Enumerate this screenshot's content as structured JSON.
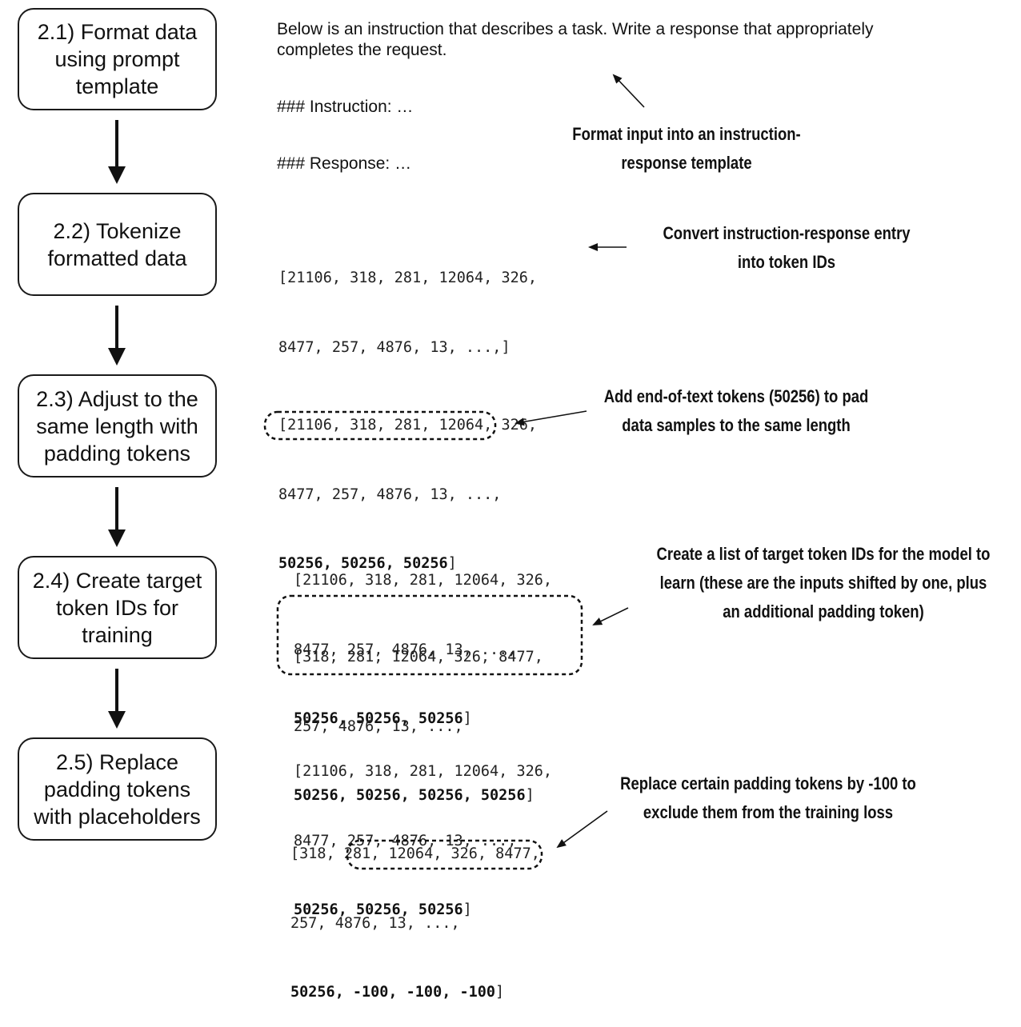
{
  "steps": [
    {
      "label": "2.1) Format data\nusing prompt\ntemplate"
    },
    {
      "label": "2.2) Tokenize\nformatted data"
    },
    {
      "label": "2.3) Adjust to the\nsame length with\npadding tokens"
    },
    {
      "label": "2.4) Create target\ntoken IDs for\ntraining"
    },
    {
      "label": "2.5) Replace\npadding tokens\nwith placeholders"
    }
  ],
  "template": {
    "preamble_line1": "Below is an instruction that describes a task. Write a response that appropriately",
    "preamble_line2": "completes the request.",
    "instruction": "### Instruction: …",
    "response": "### Response: …"
  },
  "tokens": {
    "s2_line1": "[21106, 318, 281, 12064, 326,",
    "s2_line2": "8477, 257, 4876, 13, ...,]",
    "s3_line1": "[21106, 318, 281, 12064, 326,",
    "s3_line2": "8477, 257, 4876, 13, ...,",
    "s3_pad": "50256, 50256, 50256",
    "s3_close": "]",
    "s4_in_line1": "[21106, 318, 281, 12064, 326,",
    "s4_in_line2": "8477, 257, 4876, 13, ...,",
    "s4_in_pad": "50256, 50256, 50256",
    "s4_in_close": "]",
    "s4_tg_line1": "[318, 281, 12064, 326, 8477,",
    "s4_tg_line2": "257, 4876, 13, ...,",
    "s4_tg_pad": "50256, 50256, 50256, 50256",
    "s4_tg_close": "]",
    "s5_in_line1": "[21106, 318, 281, 12064, 326,",
    "s5_in_line2": "8477, 257, 4876, 13, ...,",
    "s5_in_pad": "50256, 50256, 50256",
    "s5_in_close": "]",
    "s5_tg_line1": "[318, 281, 12064, 326, 8477,",
    "s5_tg_line2": "257, 4876, 13, ...,",
    "s5_tg_pad_first": "50256,",
    "s5_tg_masked": "-100, -100, -100",
    "s5_tg_close": "]"
  },
  "annotations": {
    "a1": "Format input into an instruction-\nresponse template",
    "a2": "Convert instruction-response entry\ninto token IDs",
    "a3": "Add end-of-text tokens (50256) to pad\ndata samples to the same length",
    "a4": "Create a list of target token IDs for the model to\nlearn (these are the inputs shifted by one, plus\nan additional padding token)",
    "a5": "Replace certain padding tokens by -100 to\nexclude them from the training loss"
  }
}
